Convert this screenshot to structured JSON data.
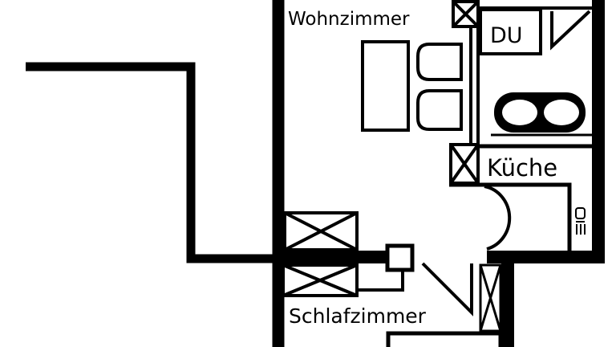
{
  "floor_plan": {
    "rooms": {
      "living_room": "Wohnzimmer",
      "shower": "DU",
      "kitchen": "Küche",
      "bedroom": "Schlafzimmer"
    },
    "colors": {
      "wall": "#000000",
      "background": "#ffffff"
    }
  }
}
